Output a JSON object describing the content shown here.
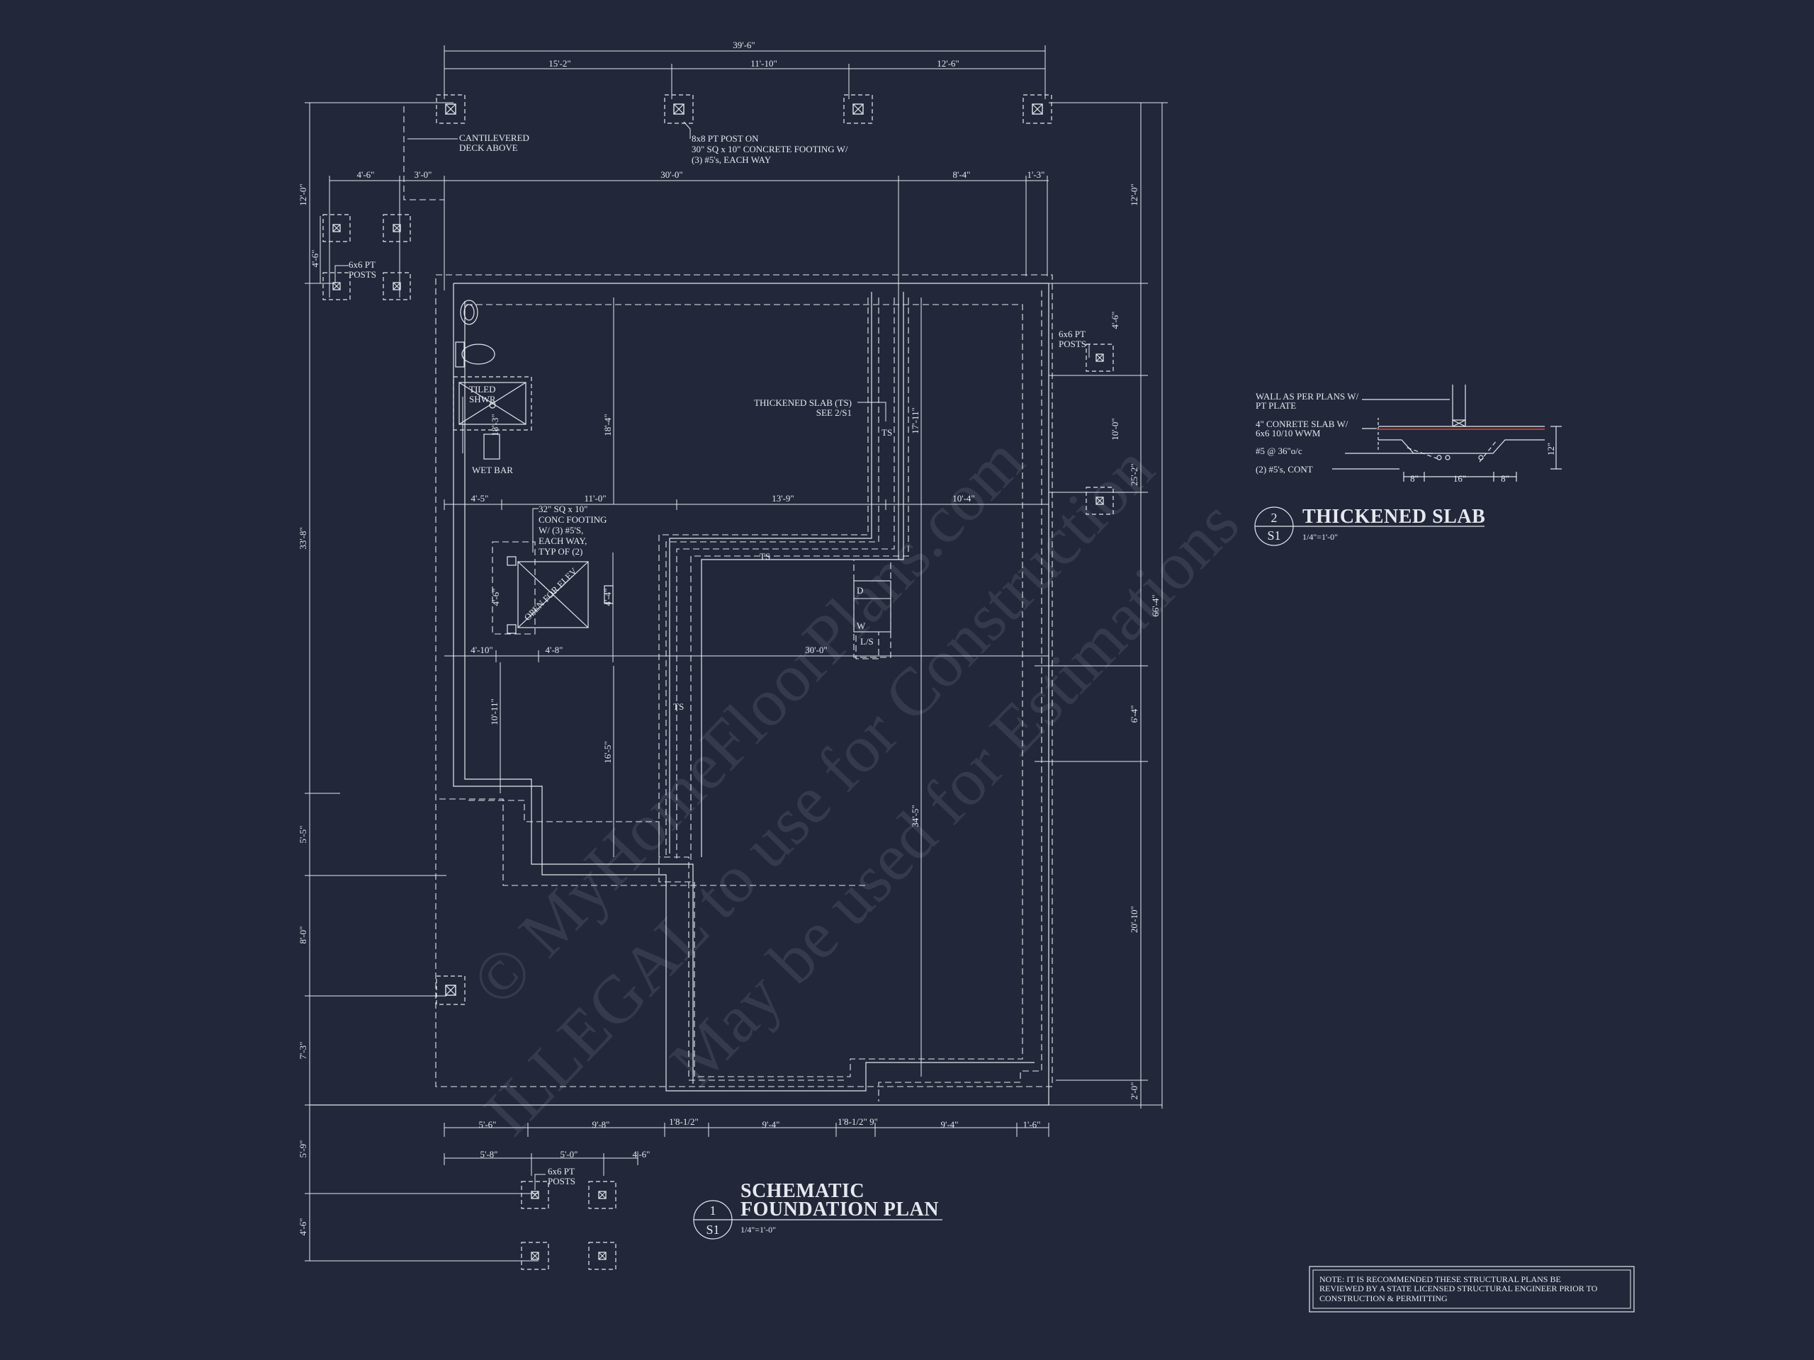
{
  "watermark": {
    "line1": "© MyHomeFloorPlans.com",
    "line2": "ILLEGAL to use for Construction",
    "line3": "May be used for Estimations"
  },
  "dimensions": {
    "overall_top": "39'-6\"",
    "top_seg1": "15'-2\"",
    "top_seg2": "11'-10\"",
    "top_seg3": "12'-6\"",
    "row2_a": "4'-6\"",
    "row2_b": "3'-0\"",
    "row2_c": "30'-0\"",
    "row2_d": "8'-4\"",
    "row2_e": "1'-3\"",
    "left_top": "12'-0\"",
    "left_posts": "4'-6\"",
    "left_main": "33'-8\"",
    "left_55": "5'-5\"",
    "left_80": "8'-0\"",
    "left_73": "7'-3\"",
    "left_59": "5'-9\"",
    "left_46": "4'-6\"",
    "right_top": "12'-0\"",
    "right_46": "4'-6\"",
    "right_100": "10'-0\"",
    "right_252": "25'-2\"",
    "right_overall": "66'-4\"",
    "right_64": "6'-4\"",
    "right_2010": "20'-10\"",
    "right_20": "2'-0\"",
    "mid_45": "4'-5\"",
    "mid_110": "11'-0\"",
    "mid_139": "13'-9\"",
    "mid_104": "10'-4\"",
    "mid2_410": "4'-10\"",
    "mid2_48": "4'-8\"",
    "mid2_300": "30'-0\"",
    "v_184": "18'-4\"",
    "v_1711": "17'-11\"",
    "v_183": "18'-3\"",
    "v_44": "4'-4\"",
    "v_46": "4'-6\"",
    "v_1011": "10'-11\"",
    "v_165": "16'-5\"",
    "v_345": "34'-5\"",
    "bot_56": "5'-6\"",
    "bot_98": "9'-8\"",
    "bot_18a": "1'8-1/2\"",
    "bot_94a": "9'-4\"",
    "bot_18b": "1'8-1/2\"",
    "bot_9": "9\"",
    "bot_94b": "9'-4\"",
    "bot_16": "1'-6\"",
    "pp_58": "5'-8\"",
    "pp_50": "5'-0\"",
    "pp_46": "4'-6\""
  },
  "notes": {
    "cantilever_1": "CANTILEVERED",
    "cantilever_2": "DECK ABOVE",
    "post_1": "8x8 PT POST ON",
    "post_2": "30\" SQ x 10\" CONCRETE FOOTING W/",
    "post_3": "(3) #5's, EACH WAY",
    "posts_tl_1": "6x6 PT",
    "posts_tl_2": "POSTS",
    "posts_r_1": "6x6 PT",
    "posts_r_2": "POSTS",
    "posts_b_1": "6x6 PT",
    "posts_b_2": "POSTS",
    "tiled_1": "TILED",
    "tiled_2": "SHWR",
    "wet_bar": "WET BAR",
    "footing_1": "32\" SQ x 10\"",
    "footing_2": "CONC FOOTING",
    "footing_3": "W/ (3) #5'S,",
    "footing_4": "EACH WAY,",
    "footing_5": "TYP OF (2)",
    "open_elev": "OPEN FOR ELEV",
    "thick_1": "THICKENED SLAB (TS)",
    "thick_2": "SEE 2/S1",
    "ts": "TS",
    "d": "D",
    "w": "W",
    "ls": "L/S"
  },
  "detail": {
    "wall_1": "WALL AS PER PLANS W/",
    "wall_2": "PT PLATE",
    "slab_1": "4\" CONRETE SLAB W/",
    "slab_2": "6x6 10/10 WWM",
    "rebar": "#5 @ 36\"o/c",
    "cont": "(2) #5's, CONT",
    "dim_8a": "8\"",
    "dim_16": "16\"",
    "dim_8b": "8\"",
    "dim_12": "12\""
  },
  "titles": {
    "plan_num": "1",
    "plan_sheet": "S1",
    "plan_title_1": "SCHEMATIC",
    "plan_title_2": "FOUNDATION PLAN",
    "plan_scale": "1/4\"=1'-0\"",
    "detail_num": "2",
    "detail_sheet": "S1",
    "detail_title": "THICKENED SLAB",
    "detail_scale": "1/4\"=1'-0\""
  },
  "disclaimer": {
    "line1": "NOTE: IT IS RECOMMENDED THESE STRUCTURAL PLANS BE",
    "line2": "REVIEWED BY A STATE LICENSED STRUCTURAL ENGINEER PRIOR TO",
    "line3": "CONSTRUCTION & PERMITTING"
  },
  "colors": {
    "background": "#222739",
    "linework": "#e6e8ef",
    "accent": "#c0392b"
  }
}
